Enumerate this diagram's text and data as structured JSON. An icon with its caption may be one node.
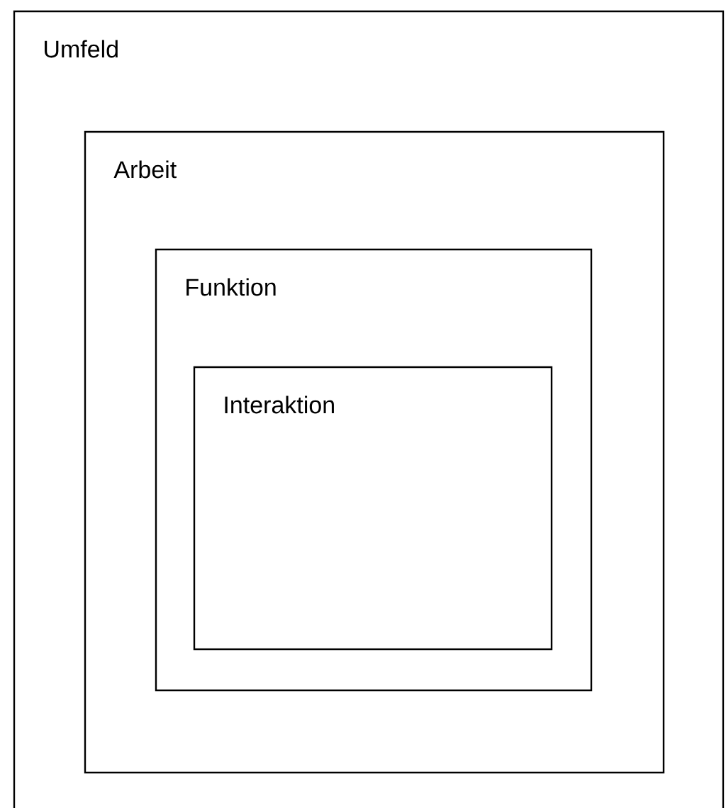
{
  "diagram": {
    "nodes": [
      {
        "text": [
          "Umfeld"
        ]
      },
      {
        "text": [
          "Arbeit"
        ],
        "in": 0
      },
      {
        "text": [
          "Funktion"
        ],
        "in": 1
      },
      {
        "text": [
          "Interaktion"
        ],
        "in": 2
      }
    ]
  }
}
